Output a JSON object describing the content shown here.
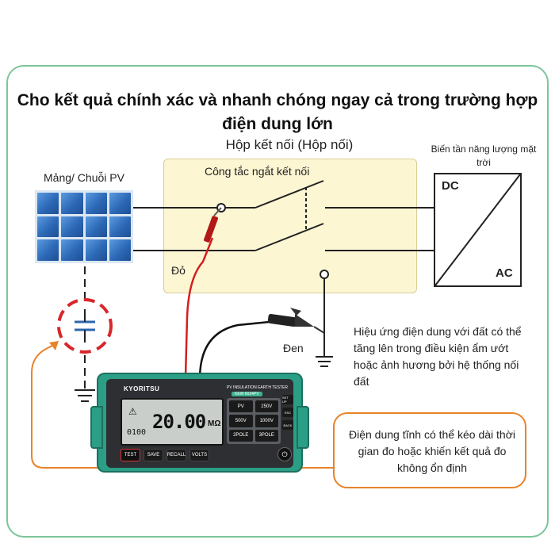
{
  "title": "Cho kết quả chính xác và nhanh chóng ngay cả trong trường hợp điện dung lớn",
  "junction_box_label": "Hộp kết nối (Hộp nối)",
  "switch_label": "Công tắc ngắt kết nối",
  "pv_label": "Mảng/ Chuỗi PV",
  "inverter_label": "Biến tần năng lượng mặt trời",
  "inverter_dc": "DC",
  "inverter_ac": "AC",
  "red_lead_label": "Đỏ",
  "black_lead_label": "Đen",
  "earth_effect_text": "Hiệu ứng điện dung với đất có thể tăng lên trong điều kiện ẩm ướt hoặc ảnh hương bởi hệ thống nối đất",
  "static_capacitance_text": "Điện dung tĩnh có thể kéo dài thời gian đo hoặc khiến kết quả đo không ổn định",
  "tester": {
    "brand": "KYORITSU",
    "model_title": "PV INSULATION EARTH TESTER",
    "model": "KEW 6024PV",
    "reading": "20.00",
    "unit": "MΩ",
    "sub_reading": "0100",
    "keys": [
      "PV",
      "250V",
      "500V",
      "1000V",
      "2POLE",
      "3POLE"
    ],
    "side_keys": [
      "SET UP",
      "ESC",
      "BACK"
    ],
    "buttons": [
      "TEST",
      "SAVE",
      "RECALL",
      "VOLTS"
    ]
  },
  "colors": {
    "frame": "#7cc59a",
    "junction_box": "#fdf6d3",
    "red_lead": "#d21f1f",
    "black_lead": "#111111",
    "capacitor_ring": "#d7262b",
    "note_border": "#e8832a",
    "tester_body": "#2b9e86"
  }
}
